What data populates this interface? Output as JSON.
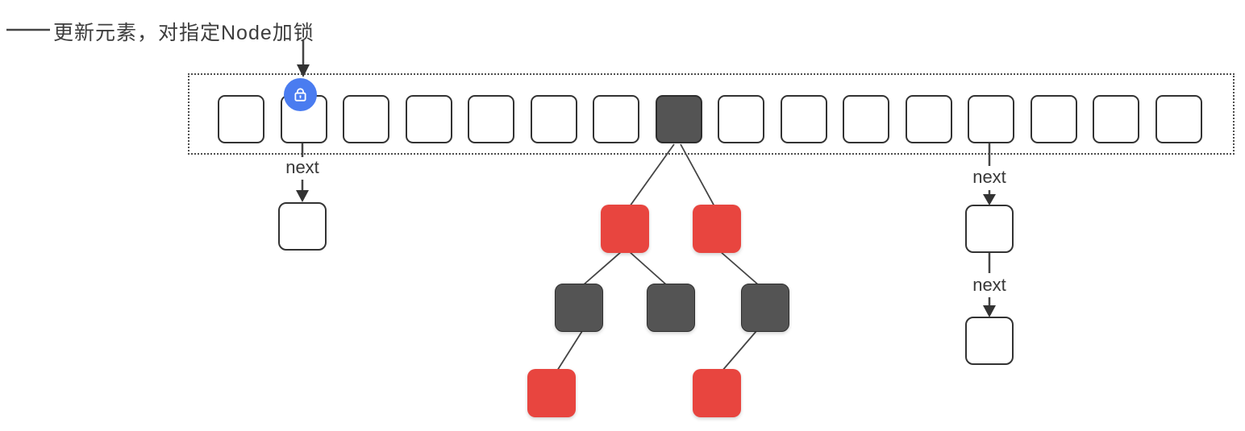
{
  "legend": {
    "text": "更新元素，对指定Node加锁"
  },
  "chain": {
    "next_label": "next"
  },
  "array": {
    "bucket_count": 16,
    "tree_bucket_index": 7,
    "locked_bucket_index": 1,
    "left_chain_bucket_index": 1,
    "right_chain_bucket_index": 12
  },
  "lock_badge": {
    "icon": "lock-icon"
  },
  "tree": {
    "nodes": [
      {
        "id": "left-child",
        "color": "red"
      },
      {
        "id": "right-child",
        "color": "red"
      },
      {
        "id": "left-left",
        "color": "black"
      },
      {
        "id": "left-right",
        "color": "black"
      },
      {
        "id": "right-left",
        "color": "black"
      },
      {
        "id": "left-left-left",
        "color": "red"
      },
      {
        "id": "right-left-left",
        "color": "red"
      }
    ]
  },
  "colors": {
    "red_node": "#e8453f",
    "black_node": "#545454",
    "lock_blue": "#4a7cf0",
    "line": "#454545",
    "box_border": "#333333",
    "text": "#3d3d3d"
  }
}
